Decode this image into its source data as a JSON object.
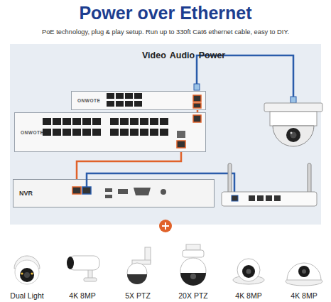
{
  "diagram": {
    "title": "Power over Ethernet",
    "caption": "PoE technology, plug & play setup. Run up to 330ft Cat6 ethernet cable, easy to DIY.",
    "nodes": [
      {
        "text": [
          "ONWOTE"
        ]
      },
      {
        "text": [
          "ONWOTE"
        ]
      },
      {
        "text": [
          "NVR"
        ]
      },
      {
        "text": [
          "Dual Light"
        ]
      },
      {
        "text": [
          "4K 8MP"
        ]
      },
      {
        "text": [
          "5X PTZ"
        ]
      },
      {
        "text": [
          "20X PTZ"
        ]
      },
      {
        "text": [
          "4K 8MP"
        ]
      },
      {
        "text": [
          "4K 8MP"
        ]
      }
    ],
    "edges": [
      {
        "from": 0,
        "to": 1,
        "arrow": "none"
      },
      {
        "from": 1,
        "to": 2,
        "arrow": "none"
      }
    ],
    "labels": [
      "Video Audio Power"
    ]
  }
}
